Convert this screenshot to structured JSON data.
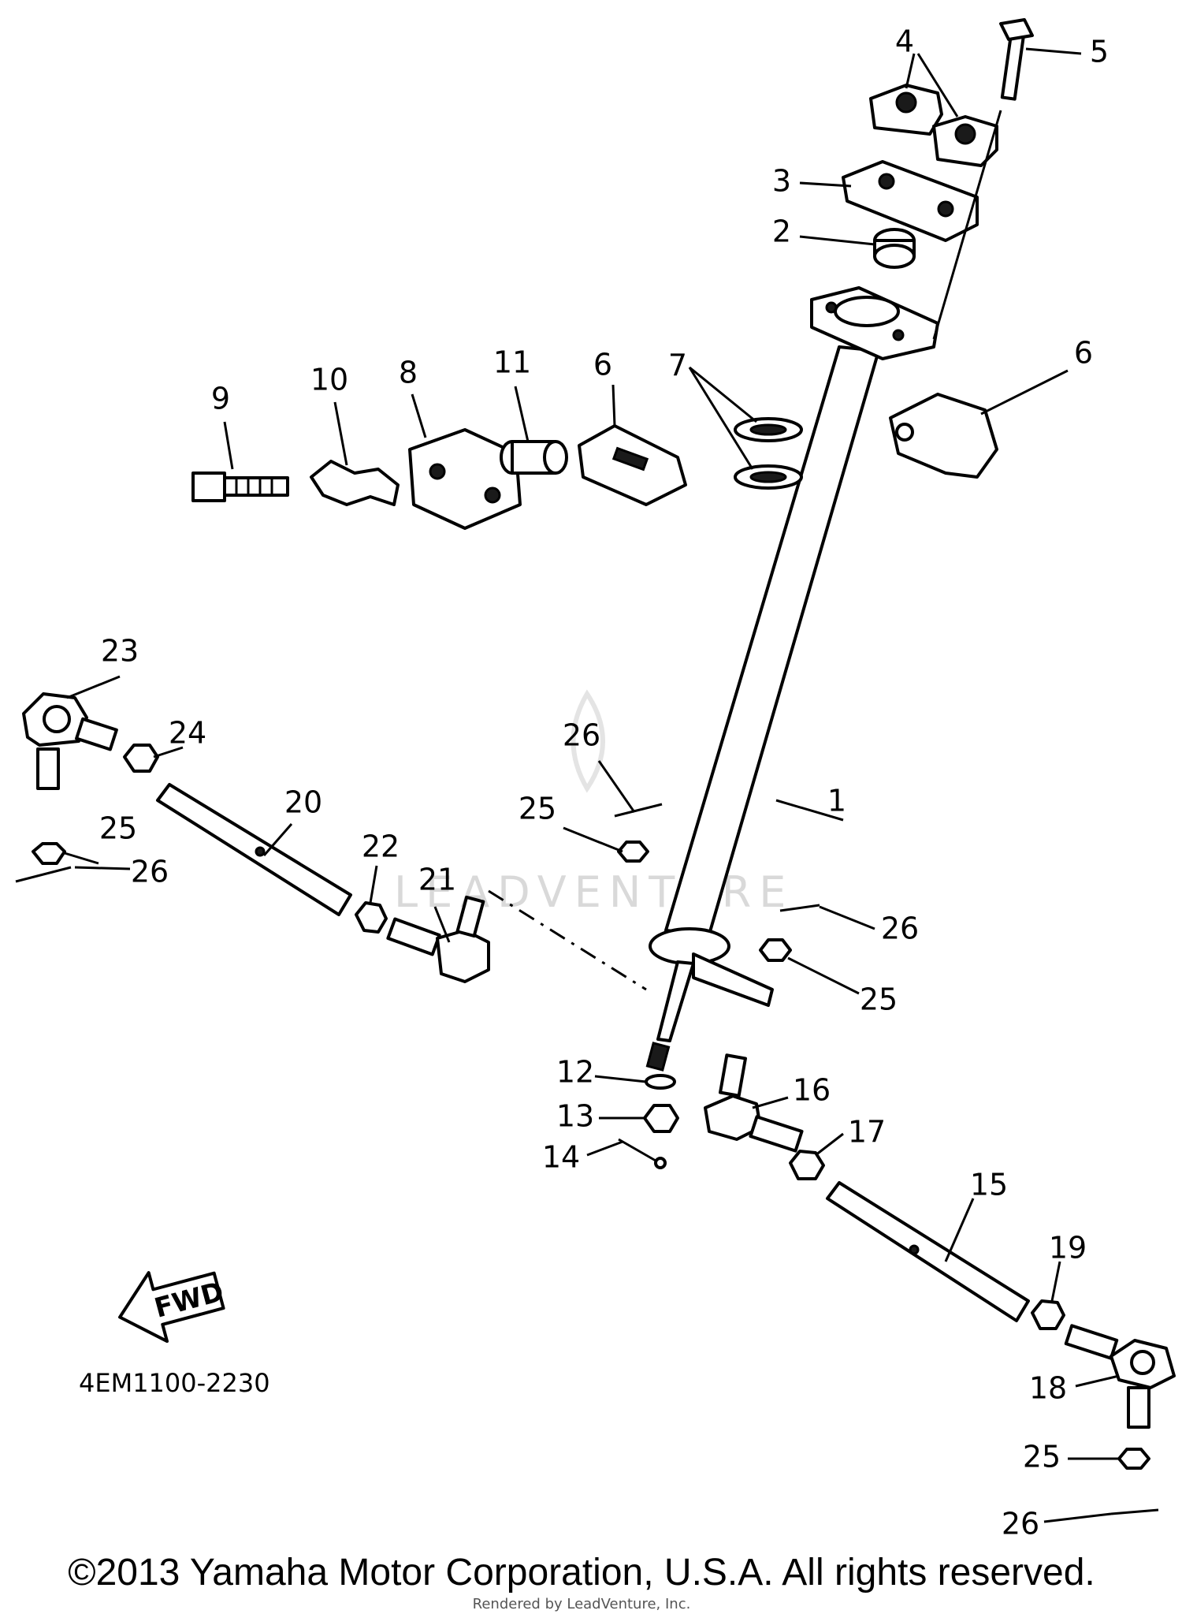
{
  "diagram": {
    "drawing_code": "4EM1100-2230",
    "fwd_label": "FWD",
    "watermark": "LEADVENTURE",
    "copyright": "©2013 Yamaha Motor Corporation, U.S.A. All rights reserved.",
    "rendered_by": "Rendered by LeadVenture, Inc.",
    "callouts": [
      "1",
      "2",
      "3",
      "4",
      "5",
      "6",
      "6",
      "7",
      "8",
      "9",
      "10",
      "11",
      "12",
      "13",
      "14",
      "15",
      "16",
      "17",
      "18",
      "19",
      "20",
      "21",
      "22",
      "23",
      "24",
      "25",
      "25",
      "25",
      "25",
      "26",
      "26",
      "26",
      "26"
    ]
  }
}
